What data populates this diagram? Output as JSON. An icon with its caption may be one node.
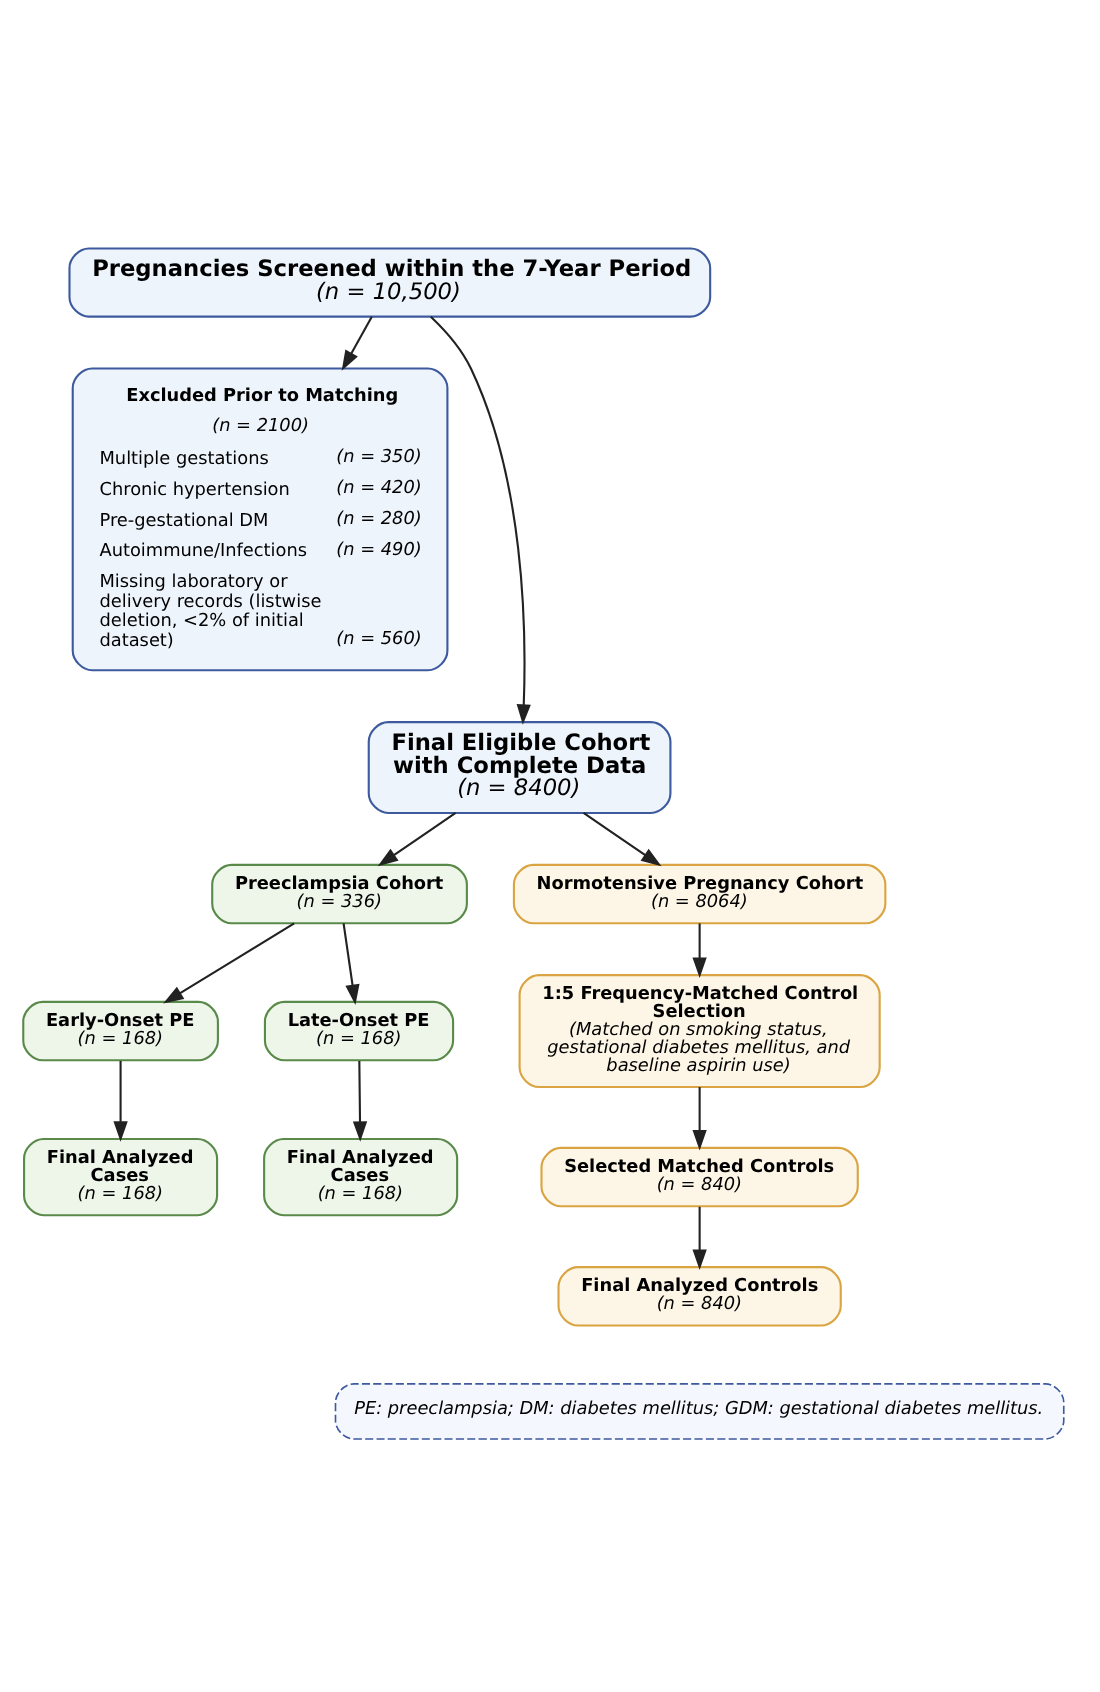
{
  "diagram": {
    "nodes": [
      {
        "text": [
          "Pregnancies Screened within the 7-Year Period",
          "(n = 10,500)"
        ]
      },
      {
        "text": [
          "Excluded Prior to Matching",
          "(n = 2100)",
          "Multiple gestations",
          "(n = 350)",
          "Chronic hypertension",
          "(n = 420)",
          "Pre-gestational DM",
          "(n = 280)",
          "Autoimmune/Infections",
          "(n = 490)",
          "Missing laboratory or delivery records (listwise deletion, <2% of initial dataset)",
          "(n = 560)"
        ]
      },
      {
        "text": [
          "Final Eligible Cohort with Complete Data",
          "(n = 8400)"
        ]
      },
      {
        "text": [
          "Preeclampsia Cohort",
          "(n = 336)"
        ]
      },
      {
        "text": [
          "Normotensive Pregnancy Cohort",
          "(n = 8064)"
        ]
      },
      {
        "text": [
          "Early-Onset PE",
          "(n = 168)"
        ]
      },
      {
        "text": [
          "Late-Onset PE",
          "(n = 168)"
        ]
      },
      {
        "text": [
          "1:5 Frequency-Matched Control Selection",
          "(Matched on smoking status, gestational diabetes mellitus, and baseline aspirin use)"
        ]
      },
      {
        "text": [
          "Final Analyzed Cases",
          "(n = 168)"
        ]
      },
      {
        "text": [
          "Final Analyzed Cases",
          "(n = 168)"
        ]
      },
      {
        "text": [
          "Selected Matched Controls",
          "(n = 840)"
        ]
      },
      {
        "text": [
          "Final Analyzed Controls",
          "(n = 840)"
        ]
      }
    ],
    "edges": [
      {
        "from": 0,
        "to": 2,
        "arrow": "to"
      },
      {
        "from": 0,
        "to": 1,
        "arrow": "to"
      },
      {
        "from": 2,
        "to": 3,
        "arrow": "to"
      },
      {
        "from": 2,
        "to": 4,
        "arrow": "to"
      },
      {
        "from": 3,
        "to": 5,
        "arrow": "to"
      },
      {
        "from": 3,
        "to": 6,
        "arrow": "to"
      },
      {
        "from": 4,
        "to": 7,
        "arrow": "to"
      },
      {
        "from": 5,
        "to": 8,
        "arrow": "to"
      },
      {
        "from": 6,
        "to": 9,
        "arrow": "to"
      },
      {
        "from": 7,
        "to": 10,
        "arrow": "to"
      },
      {
        "from": 10,
        "to": 11,
        "arrow": "to"
      }
    ],
    "labels": [
      "PE: preeclampsia; DM: diabetes mellitus; GDM: gestational diabetes mellitus."
    ]
  }
}
